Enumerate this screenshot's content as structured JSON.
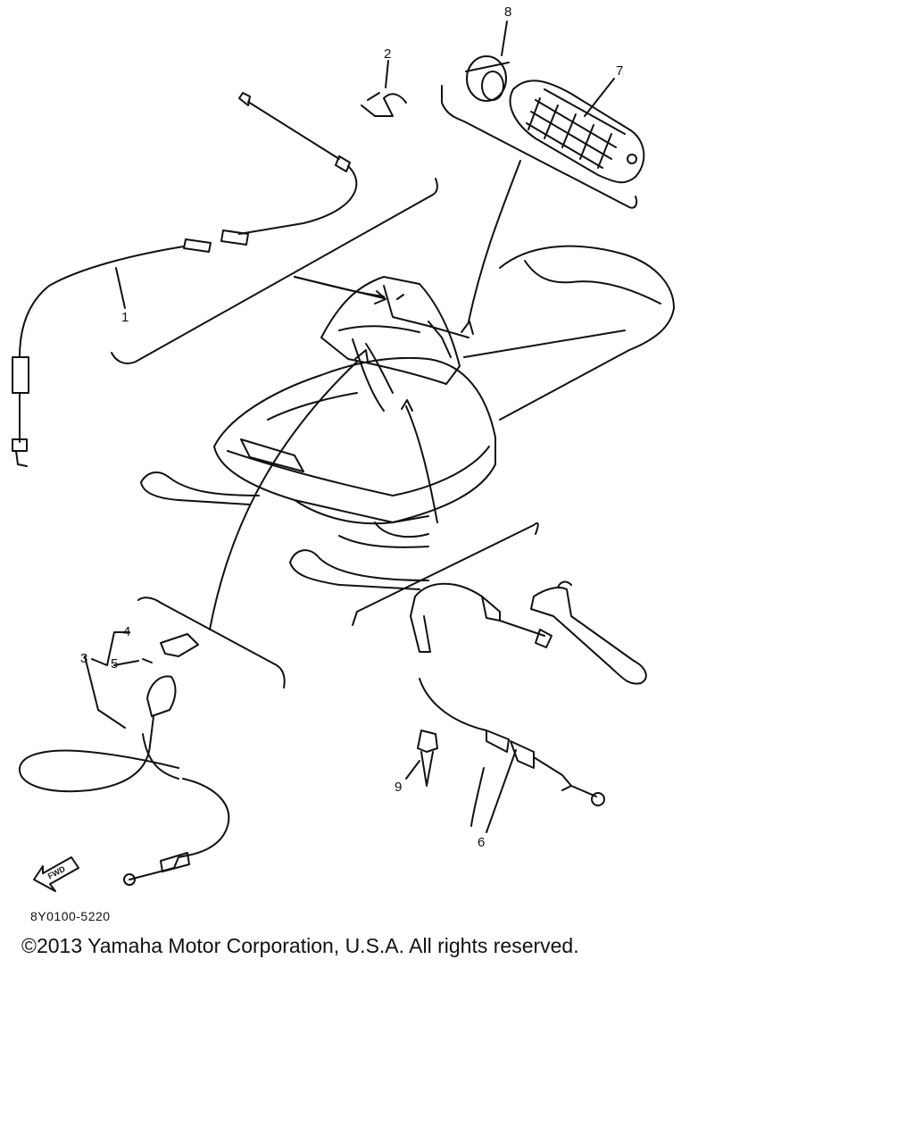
{
  "callouts": {
    "c1": "1",
    "c2": "2",
    "c3": "3",
    "c4": "4",
    "c5": "5",
    "c6": "6",
    "c7": "7",
    "c8": "8",
    "c9": "9"
  },
  "fwd_label": "FWD",
  "diagram_code": "8Y0100-5220",
  "copyright": "©2013 Yamaha Motor Corporation, U.S.A. All rights reserved."
}
